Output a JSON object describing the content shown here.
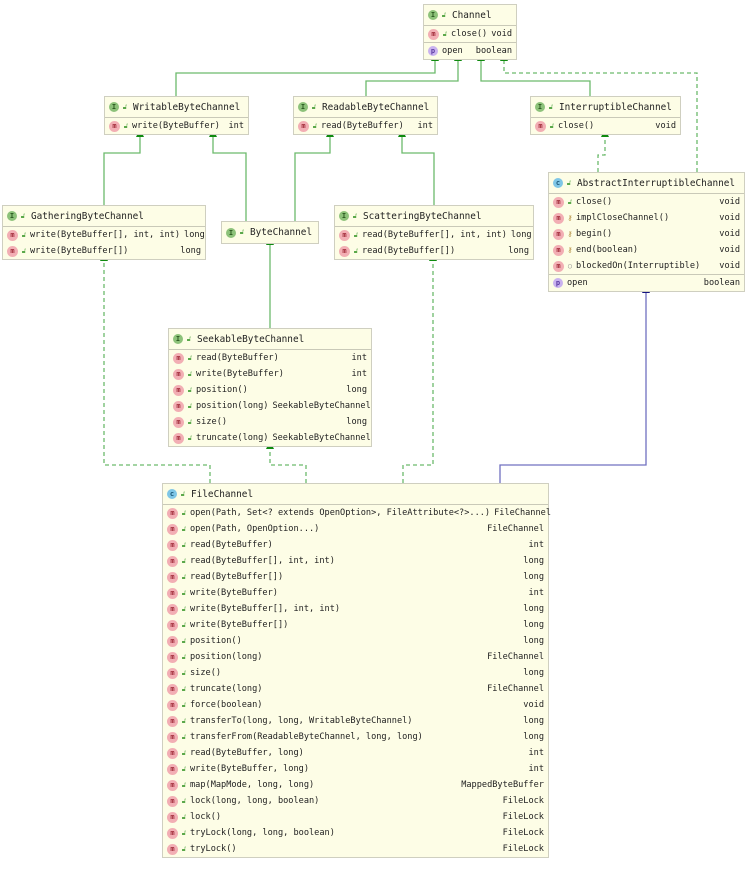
{
  "colors": {
    "box_bg": "#fdfde6",
    "extends_interface": "#1f8a1f",
    "implements": "#5aad5a",
    "extends_class": "#1a1a8a"
  },
  "icons": {
    "interface": "I",
    "class": "c",
    "method": "m",
    "property": "p",
    "public": "public-lock-open-icon",
    "protected": "protected-key-icon",
    "package": "package-dot-icon"
  },
  "nodes": {
    "channel": {
      "kind": "interface",
      "name": "Channel",
      "members": [
        {
          "kind": "m",
          "vis": "pub",
          "sig": "close()",
          "ret": "void"
        }
      ],
      "props": [
        {
          "name": "open",
          "type": "boolean"
        }
      ]
    },
    "writable": {
      "kind": "interface",
      "name": "WritableByteChannel",
      "members": [
        {
          "kind": "m",
          "vis": "pub",
          "sig": "write(ByteBuffer)",
          "ret": "int"
        }
      ]
    },
    "readable": {
      "kind": "interface",
      "name": "ReadableByteChannel",
      "members": [
        {
          "kind": "m",
          "vis": "pub",
          "sig": "read(ByteBuffer)",
          "ret": "int"
        }
      ]
    },
    "interruptible": {
      "kind": "interface",
      "name": "InterruptibleChannel",
      "members": [
        {
          "kind": "m",
          "vis": "pub",
          "sig": "close()",
          "ret": "void"
        }
      ]
    },
    "gathering": {
      "kind": "interface",
      "name": "GatheringByteChannel",
      "members": [
        {
          "kind": "m",
          "vis": "pub",
          "sig": "write(ByteBuffer[], int, int)",
          "ret": "long"
        },
        {
          "kind": "m",
          "vis": "pub",
          "sig": "write(ByteBuffer[])",
          "ret": "long"
        }
      ]
    },
    "bytechannel": {
      "kind": "interface",
      "name": "ByteChannel",
      "members": []
    },
    "scattering": {
      "kind": "interface",
      "name": "ScatteringByteChannel",
      "members": [
        {
          "kind": "m",
          "vis": "pub",
          "sig": "read(ByteBuffer[], int, int)",
          "ret": "long"
        },
        {
          "kind": "m",
          "vis": "pub",
          "sig": "read(ByteBuffer[])",
          "ret": "long"
        }
      ]
    },
    "abstractinterruptible": {
      "kind": "class",
      "name": "AbstractInterruptibleChannel",
      "members": [
        {
          "kind": "m",
          "vis": "pub",
          "sig": "close()",
          "ret": "void"
        },
        {
          "kind": "m",
          "vis": "prot",
          "sig": "implCloseChannel()",
          "ret": "void"
        },
        {
          "kind": "m",
          "vis": "prot",
          "sig": "begin()",
          "ret": "void"
        },
        {
          "kind": "m",
          "vis": "prot",
          "sig": "end(boolean)",
          "ret": "void"
        },
        {
          "kind": "m",
          "vis": "pkg",
          "sig": "blockedOn(Interruptible)",
          "ret": "void"
        }
      ],
      "props": [
        {
          "name": "open",
          "type": "boolean"
        }
      ]
    },
    "seekable": {
      "kind": "interface",
      "name": "SeekableByteChannel",
      "members": [
        {
          "kind": "m",
          "vis": "pub",
          "sig": "read(ByteBuffer)",
          "ret": "int"
        },
        {
          "kind": "m",
          "vis": "pub",
          "sig": "write(ByteBuffer)",
          "ret": "int"
        },
        {
          "kind": "m",
          "vis": "pub",
          "sig": "position()",
          "ret": "long"
        },
        {
          "kind": "m",
          "vis": "pub",
          "sig": "position(long)",
          "ret": "SeekableByteChannel"
        },
        {
          "kind": "m",
          "vis": "pub",
          "sig": "size()",
          "ret": "long"
        },
        {
          "kind": "m",
          "vis": "pub",
          "sig": "truncate(long)",
          "ret": "SeekableByteChannel"
        }
      ]
    },
    "filechannel": {
      "kind": "class",
      "name": "FileChannel",
      "members": [
        {
          "kind": "m",
          "vis": "pub",
          "sig": "open(Path, Set<? extends OpenOption>, FileAttribute<?>...)",
          "ret": "FileChannel"
        },
        {
          "kind": "m",
          "vis": "pub",
          "sig": "open(Path, OpenOption...)",
          "ret": "FileChannel"
        },
        {
          "kind": "m",
          "vis": "pub",
          "sig": "read(ByteBuffer)",
          "ret": "int"
        },
        {
          "kind": "m",
          "vis": "pub",
          "sig": "read(ByteBuffer[], int, int)",
          "ret": "long"
        },
        {
          "kind": "m",
          "vis": "pub",
          "sig": "read(ByteBuffer[])",
          "ret": "long"
        },
        {
          "kind": "m",
          "vis": "pub",
          "sig": "write(ByteBuffer)",
          "ret": "int"
        },
        {
          "kind": "m",
          "vis": "pub",
          "sig": "write(ByteBuffer[], int, int)",
          "ret": "long"
        },
        {
          "kind": "m",
          "vis": "pub",
          "sig": "write(ByteBuffer[])",
          "ret": "long"
        },
        {
          "kind": "m",
          "vis": "pub",
          "sig": "position()",
          "ret": "long"
        },
        {
          "kind": "m",
          "vis": "pub",
          "sig": "position(long)",
          "ret": "FileChannel"
        },
        {
          "kind": "m",
          "vis": "pub",
          "sig": "size()",
          "ret": "long"
        },
        {
          "kind": "m",
          "vis": "pub",
          "sig": "truncate(long)",
          "ret": "FileChannel"
        },
        {
          "kind": "m",
          "vis": "pub",
          "sig": "force(boolean)",
          "ret": "void"
        },
        {
          "kind": "m",
          "vis": "pub",
          "sig": "transferTo(long, long, WritableByteChannel)",
          "ret": "long"
        },
        {
          "kind": "m",
          "vis": "pub",
          "sig": "transferFrom(ReadableByteChannel, long, long)",
          "ret": "long"
        },
        {
          "kind": "m",
          "vis": "pub",
          "sig": "read(ByteBuffer, long)",
          "ret": "int"
        },
        {
          "kind": "m",
          "vis": "pub",
          "sig": "write(ByteBuffer, long)",
          "ret": "int"
        },
        {
          "kind": "m",
          "vis": "pub",
          "sig": "map(MapMode, long, long)",
          "ret": "MappedByteBuffer"
        },
        {
          "kind": "m",
          "vis": "pub",
          "sig": "lock(long, long, boolean)",
          "ret": "FileLock"
        },
        {
          "kind": "m",
          "vis": "pub",
          "sig": "lock()",
          "ret": "FileLock"
        },
        {
          "kind": "m",
          "vis": "pub",
          "sig": "tryLock(long, long, boolean)",
          "ret": "FileLock"
        },
        {
          "kind": "m",
          "vis": "pub",
          "sig": "tryLock()",
          "ret": "FileLock"
        }
      ]
    }
  },
  "relations": [
    {
      "from": "WritableByteChannel",
      "to": "Channel",
      "type": "extends"
    },
    {
      "from": "ReadableByteChannel",
      "to": "Channel",
      "type": "extends"
    },
    {
      "from": "InterruptibleChannel",
      "to": "Channel",
      "type": "extends"
    },
    {
      "from": "AbstractInterruptibleChannel",
      "to": "Channel",
      "type": "implements"
    },
    {
      "from": "GatheringByteChannel",
      "to": "WritableByteChannel",
      "type": "extends"
    },
    {
      "from": "ByteChannel",
      "to": "WritableByteChannel",
      "type": "extends"
    },
    {
      "from": "ByteChannel",
      "to": "ReadableByteChannel",
      "type": "extends"
    },
    {
      "from": "ScatteringByteChannel",
      "to": "ReadableByteChannel",
      "type": "extends"
    },
    {
      "from": "AbstractInterruptibleChannel",
      "to": "InterruptibleChannel",
      "type": "implements"
    },
    {
      "from": "SeekableByteChannel",
      "to": "ByteChannel",
      "type": "extends"
    },
    {
      "from": "FileChannel",
      "to": "GatheringByteChannel",
      "type": "implements"
    },
    {
      "from": "FileChannel",
      "to": "SeekableByteChannel",
      "type": "implements"
    },
    {
      "from": "FileChannel",
      "to": "ScatteringByteChannel",
      "type": "implements"
    },
    {
      "from": "FileChannel",
      "to": "AbstractInterruptibleChannel",
      "type": "extends-class"
    }
  ]
}
